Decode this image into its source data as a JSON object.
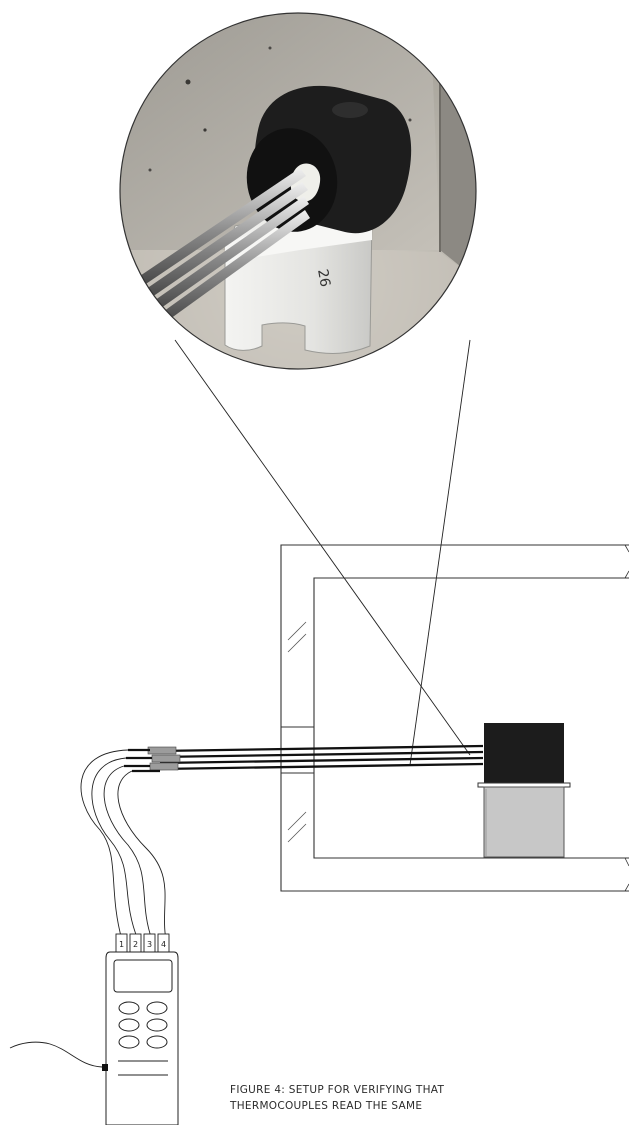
{
  "caption": {
    "line1": "FIGURE 4: SETUP FOR VERIFYING THAT",
    "line2": "THERMOCOUPLES READ THE SAME"
  },
  "meter": {
    "ports": [
      "1",
      "2",
      "3",
      "4"
    ]
  }
}
